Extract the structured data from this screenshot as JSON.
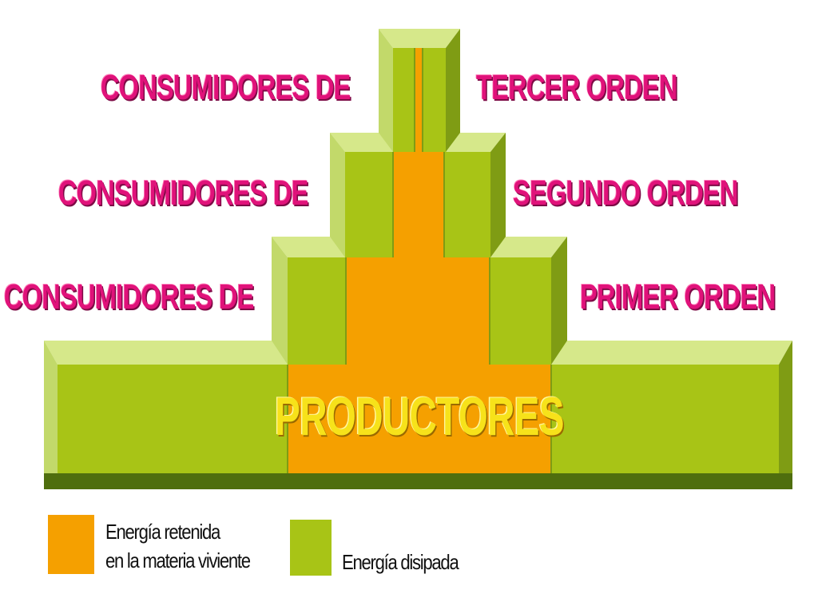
{
  "diagram": {
    "levels": [
      {
        "id": "tercer",
        "left_text": "CONSUMIDORES DE",
        "right_text": "TERCER ORDEN"
      },
      {
        "id": "segundo",
        "left_text": "CONSUMIDORES DE",
        "right_text": "SEGUNDO ORDEN"
      },
      {
        "id": "primer",
        "left_text": "CONSUMIDORES DE",
        "right_text": "PRIMER ORDEN"
      }
    ],
    "base_label": "PRODUCTORES"
  },
  "legend": {
    "retained": {
      "line1": "Energía retenida",
      "line2": "en la materia viviente",
      "color": "#f5a000"
    },
    "dissipated": {
      "text": "Energía disipada",
      "color": "#a8c416"
    }
  },
  "colors": {
    "label_pink": "#e0127a",
    "orange": "#f5a000",
    "green": "#a8c416",
    "green_light": "#d6e88a",
    "green_dark": "#5e7d10",
    "productores_yellow": "#f7e21a"
  }
}
